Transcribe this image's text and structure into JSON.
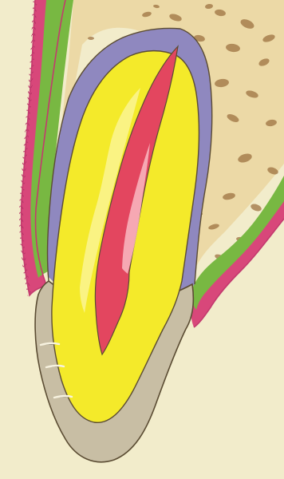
{
  "figure": {
    "kind": "tooth-cross-section-illustration",
    "text_labels": [],
    "structures": [
      "background-paper",
      "alveolar-bone",
      "bone-pore-dots",
      "gum-tissue-left",
      "gum-tissue-right",
      "root-surface-layer",
      "enamel-crown",
      "dentin",
      "pulp-chamber",
      "crown-tick-marks"
    ],
    "colors": {
      "background": "#f2eccb",
      "bone": "#ecd9a6",
      "bone_pores": "#9a6e3d",
      "gum_outer": "#d8477a",
      "gum_inner": "#78b842",
      "gum_border": "#c33a6e",
      "root_layer": "#8f88bf",
      "dentin": "#f4ea2a",
      "dentin_highlight": "#fbf59a",
      "pulp": "#e3465f",
      "pulp_highlight": "#f7b3bd",
      "enamel": "#c8bea4",
      "outline": "#5b4c33"
    }
  }
}
